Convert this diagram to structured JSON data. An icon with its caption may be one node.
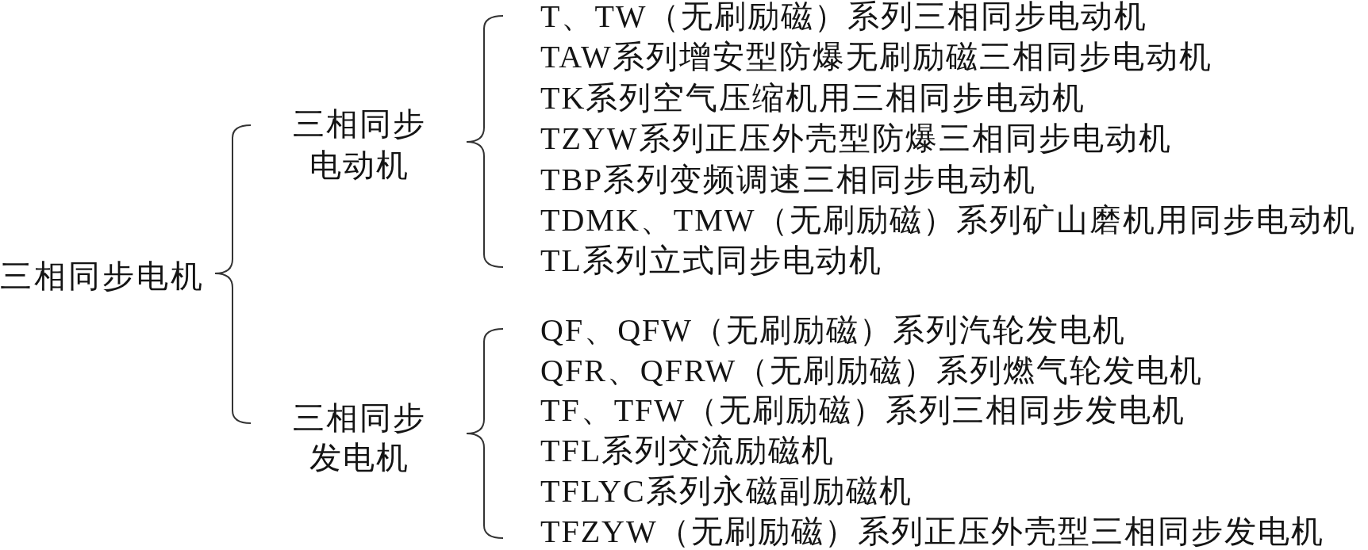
{
  "diagram": {
    "labels": [
      "三相同步电机",
      "三相同步电动机",
      "T、TW（无刷励磁）系列三相同步电动机",
      "TAW系列增安型防爆无刷励磁三相同步电动机",
      "TK系列空气压缩机用三相同步电动机",
      "TZYW系列正压外壳型防爆三相同步电动机",
      "TBP系列变频调速三相同步电动机",
      "TDMK、TMW（无刷励磁）系列矿山磨机用同步电动机",
      "TL系列立式同步电动机",
      "三相同步发电机",
      "QF、QFW（无刷励磁）系列汽轮发电机",
      "QFR、QFRW（无刷励磁）系列燃气轮发电机",
      "TF、TFW（无刷励磁）系列三相同步发电机",
      "TFL系列交流励磁机",
      "TFLYC系列永磁副励磁机",
      "TFZYW（无刷励磁）系列正压外壳型三相同步发电机"
    ]
  }
}
